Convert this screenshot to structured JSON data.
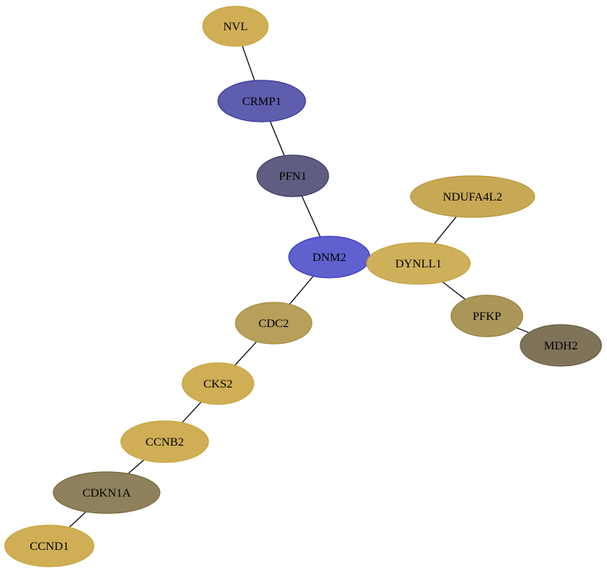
{
  "nodes": [
    {
      "id": "NVL",
      "label": "NVL",
      "fill": "#cfae55",
      "stroke": "#c8a63f"
    },
    {
      "id": "CRMP1",
      "label": "CRMP1",
      "fill": "#5f5dad",
      "stroke": "#3a38a0"
    },
    {
      "id": "PFN1",
      "label": "PFN1",
      "fill": "#5f5e82",
      "stroke": "#3d3c6a"
    },
    {
      "id": "NDUFA4L2",
      "label": "NDUFA4L2",
      "fill": "#c7a855",
      "stroke": "#b99a3e"
    },
    {
      "id": "DNM2",
      "label": "DNM2",
      "fill": "#6060cf",
      "stroke": "#3a3ac4"
    },
    {
      "id": "DYNLL1",
      "label": "DYNLL1",
      "fill": "#cfb05a",
      "stroke": "#c4a23f"
    },
    {
      "id": "CDC2",
      "label": "CDC2",
      "fill": "#b8a05a",
      "stroke": "#a88f3f"
    },
    {
      "id": "PFKP",
      "label": "PFKP",
      "fill": "#ac975a",
      "stroke": "#99823e"
    },
    {
      "id": "MDH2",
      "label": "MDH2",
      "fill": "#7f735a",
      "stroke": "#6a5e44"
    },
    {
      "id": "CKS2",
      "label": "CKS2",
      "fill": "#cfae55",
      "stroke": "#c8a63f"
    },
    {
      "id": "CCNB2",
      "label": "CCNB2",
      "fill": "#cfae55",
      "stroke": "#c8a63f"
    },
    {
      "id": "CDKN1A",
      "label": "CDKN1A",
      "fill": "#8e815b",
      "stroke": "#7a6b40"
    },
    {
      "id": "CCND1",
      "label": "CCND1",
      "fill": "#cfae55",
      "stroke": "#c8a63f"
    }
  ],
  "edges": [
    [
      "NVL",
      "CRMP1"
    ],
    [
      "CRMP1",
      "PFN1"
    ],
    [
      "PFN1",
      "DNM2"
    ],
    [
      "DNM2",
      "DYNLL1"
    ],
    [
      "DNM2",
      "CDC2"
    ],
    [
      "NDUFA4L2",
      "DYNLL1"
    ],
    [
      "DYNLL1",
      "PFKP"
    ],
    [
      "PFKP",
      "MDH2"
    ],
    [
      "CDC2",
      "CKS2"
    ],
    [
      "CKS2",
      "CCNB2"
    ],
    [
      "CCNB2",
      "CDKN1A"
    ],
    [
      "CDKN1A",
      "CCND1"
    ]
  ]
}
